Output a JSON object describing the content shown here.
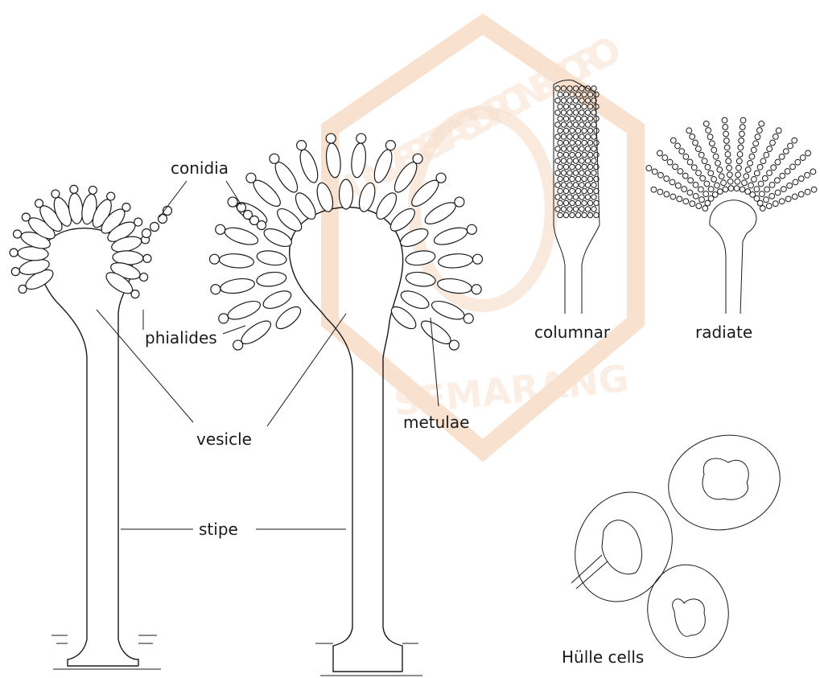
{
  "labels": {
    "conidia": "conidia",
    "phialides": "phialides",
    "vesicle": "vesicle",
    "stipe": "stipe",
    "metulae": "metulae",
    "columnar": "columnar",
    "radiate": "radiate",
    "hulle_cells": "Hülle cells"
  },
  "watermark": {
    "university": "UNIVERSITAS DIPONEGORO",
    "city": "SEMARANG",
    "color": "#f3c9a8"
  }
}
